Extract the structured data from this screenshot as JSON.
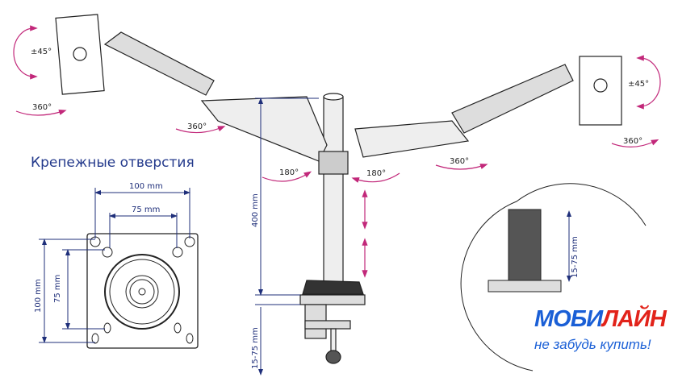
{
  "section_title": "Крепежные отверстия",
  "vesa": {
    "outer_width": "100 mm",
    "inner_width": "75 mm",
    "outer_height": "100 mm",
    "inner_height": "75 mm"
  },
  "rotation": {
    "left_tilt": "±45°",
    "left_monitor_spin": "360°",
    "left_arm_spin": "360°",
    "left_joint": "180°",
    "right_joint": "180°",
    "right_arm_spin": "360°",
    "right_tilt": "±45°",
    "right_monitor_spin": "360°"
  },
  "pole_height": "400 mm",
  "clamp_range": "15-75 mm",
  "detail_clamp_range": "15-75 mm",
  "logo": {
    "name_blue": "МОБИ",
    "name_red": "ЛАЙН",
    "slogan": "не забудь купить!"
  },
  "colors": {
    "dim": "#1f2f7a",
    "arrow": "#c2287a",
    "logo_blue": "#1a5fd6",
    "logo_red": "#e2231a"
  }
}
